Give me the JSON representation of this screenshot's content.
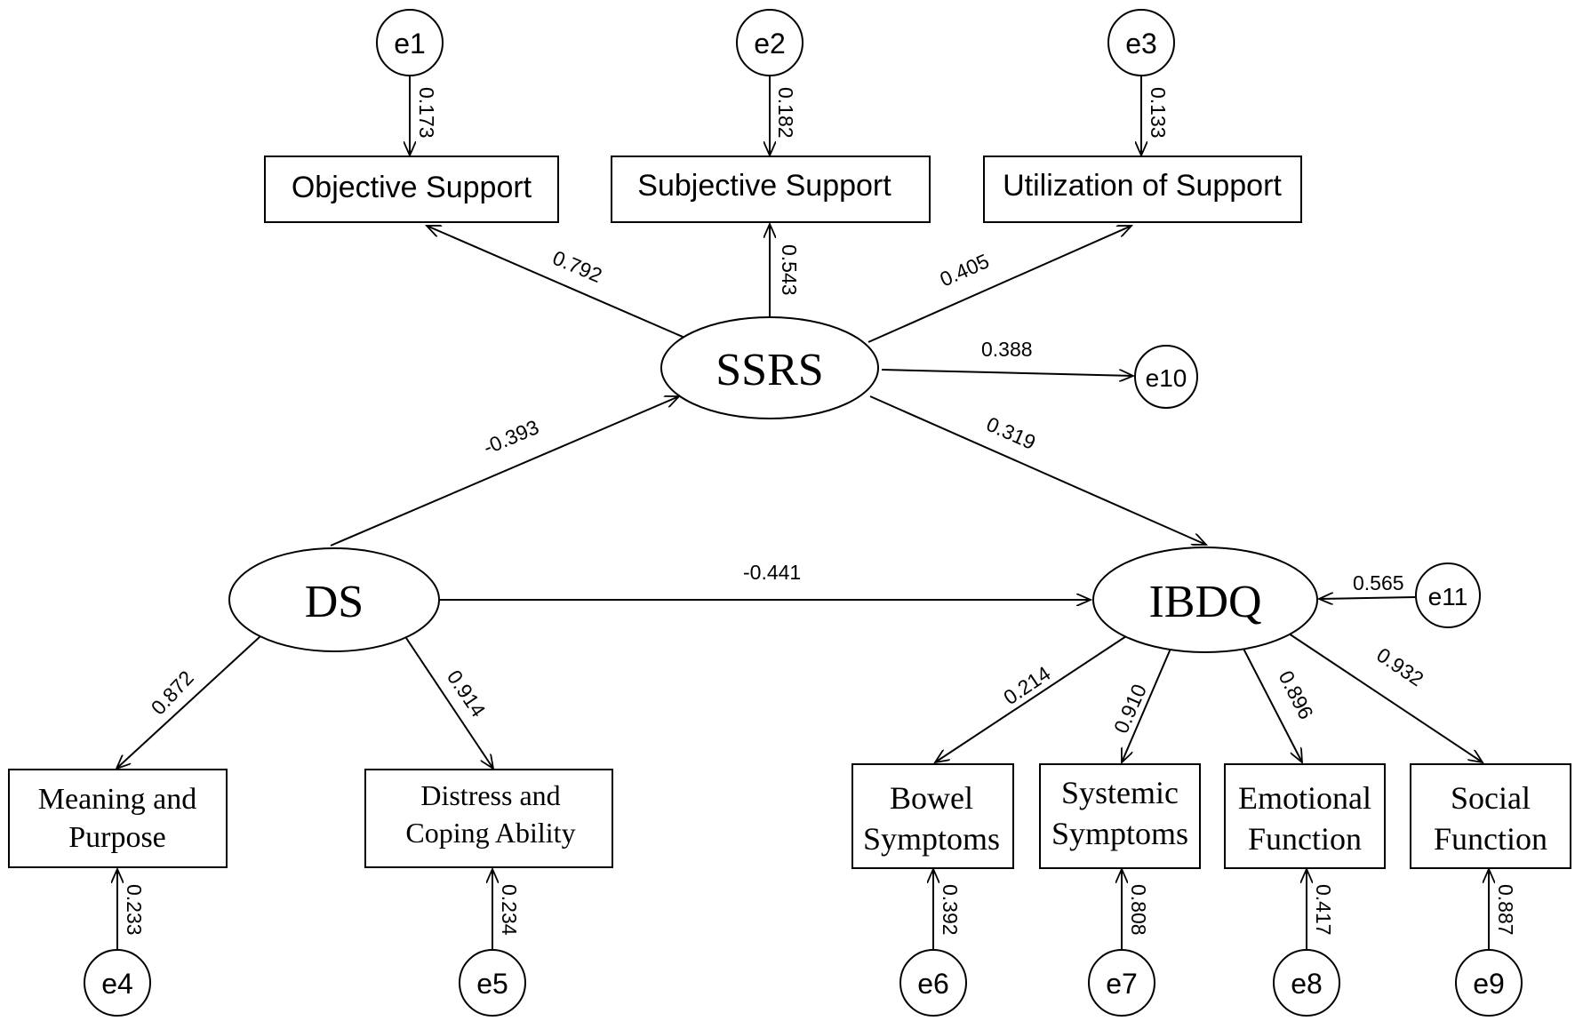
{
  "latent": {
    "ssrs": "SSRS",
    "ds": "DS",
    "ibdq": "IBDQ"
  },
  "observed": {
    "objective_support": "Objective Support",
    "subjective_support": "Subjective Support",
    "utilization_support": "Utilization of Support",
    "meaning_purpose": [
      "Meaning and",
      "Purpose"
    ],
    "distress_coping": [
      "Distress and",
      "Coping Ability"
    ],
    "bowel_symptoms": [
      "Bowel",
      "Symptoms"
    ],
    "systemic_symptoms": [
      "Systemic",
      "Symptoms"
    ],
    "emotional_function": [
      "Emotional",
      "Function"
    ],
    "social_function": [
      "Social",
      "Function"
    ]
  },
  "errors": {
    "e1": "e1",
    "e2": "e2",
    "e3": "e3",
    "e4": "e4",
    "e5": "e5",
    "e6": "e6",
    "e7": "e7",
    "e8": "e8",
    "e9": "e9",
    "e10": "e10",
    "e11": "e11"
  },
  "coefficients": {
    "e1_objective": "0.173",
    "e2_subjective": "0.182",
    "e3_utilization": "0.133",
    "ssrs_objective": "0.792",
    "ssrs_subjective": "0.543",
    "ssrs_utilization": "0.405",
    "ssrs_e10": "0.388",
    "ds_ssrs": "-0.393",
    "ssrs_ibdq": "0.319",
    "ds_ibdq": "-0.441",
    "e11_ibdq": "0.565",
    "ds_meaning": "0.872",
    "ds_distress": "0.914",
    "ibdq_bowel": "0.214",
    "ibdq_systemic": "0.910",
    "ibdq_emotional": "0.896",
    "ibdq_social": "0.932",
    "e4_meaning": "0.233",
    "e5_distress": "0.234",
    "e6_bowel": "0.392",
    "e7_systemic": "0.808",
    "e8_emotional": "0.417",
    "e9_social": "0.887"
  }
}
